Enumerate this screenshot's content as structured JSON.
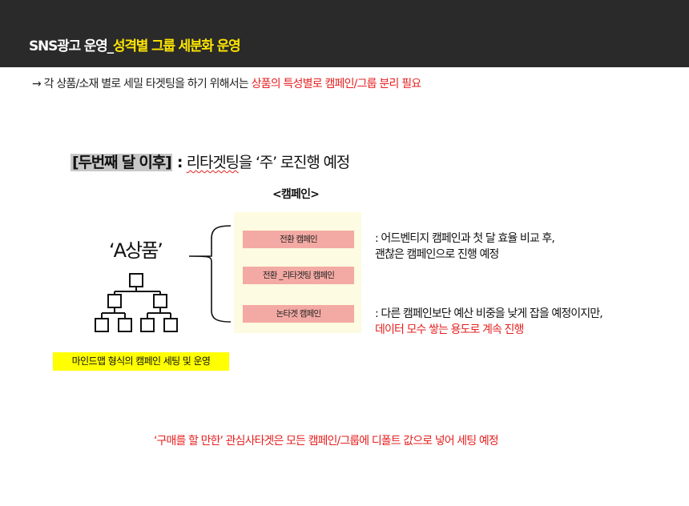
{
  "header": {
    "title_prefix": "SNS광고 운영_",
    "title_accent": "성격별 그룹 세분화 운영"
  },
  "intro": {
    "arrow": "→",
    "text": " 각 상품/소재 별로 세밀 타겟팅을 하기 위해서는 ",
    "highlight": "상품의 특성별로 캠페인/그룹 분리 필요"
  },
  "section": {
    "tag": "[두번째 달 이후]",
    "separator": " : ",
    "text_a": "리타겟팅",
    "text_b": "을   ‘주’ 로진행 예정"
  },
  "campaign_section_title": "<캠페인>",
  "product_label": "‘A상품’",
  "campaigns": [
    "전환 캠페인",
    "전환 _리타겟팅 캠페인",
    "논타겟 캠페인"
  ],
  "notes": {
    "first_line1": ": 어드벤티지 캠페인과 첫 달 효율 비교 후,",
    "first_line2": "괜찮은 캠페인으로 진행 예정",
    "second_line1": ": 다른 캠페인보단 예산 비중을 낮게 잡을 예정이지만,",
    "second_line2": "데이터 모수 쌓는 용도로 계속 진행"
  },
  "mindmap_badge": "마인드맵 형식의 캠페인 세팅 및 운영",
  "footer_note": "‘구매를 할 만한’  관심사타겟은 모든 캠페인/그룹에 디폴트 값으로 넣어 세팅 예정",
  "colors": {
    "header_bg": "#2a2a2a",
    "accent_yellow": "#ffe600",
    "highlight_red": "#e62020",
    "campaign_box": "#f4aaa4",
    "panel_bg": "#fdfbe1",
    "badge_bg": "#ffff00"
  },
  "icons": {
    "mindmap": "hierarchy-tree-icon",
    "brace": "curly-brace-icon"
  }
}
